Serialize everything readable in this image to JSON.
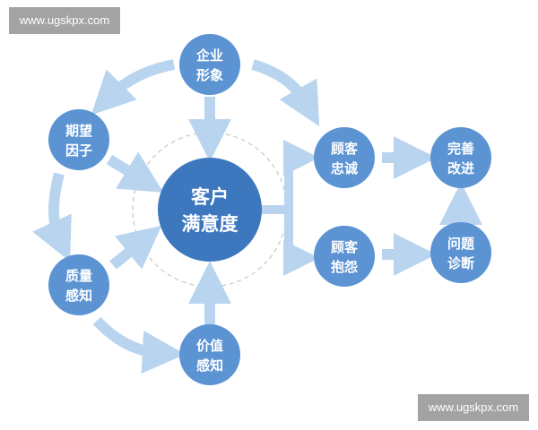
{
  "watermarks": {
    "top_left": "www.ugskpx.com",
    "bottom_right": "www.ugskpx.com"
  },
  "colors": {
    "node_fill": "#5b93d3",
    "center_fill": "#3d78bf",
    "arrow": "#b9d4ee",
    "dashed_ring": "#c8c8c8"
  },
  "nodes": {
    "center": {
      "line1": "客户",
      "line2": "满意度"
    },
    "corp_image": {
      "line1": "企业",
      "line2": "形象"
    },
    "expectation": {
      "line1": "期望",
      "line2": "因子"
    },
    "quality": {
      "line1": "质量",
      "line2": "感知"
    },
    "value": {
      "line1": "价值",
      "line2": "感知"
    },
    "loyalty": {
      "line1": "顾客",
      "line2": "忠诚"
    },
    "complaint": {
      "line1": "顾客",
      "line2": "抱怨"
    },
    "improve": {
      "line1": "完善",
      "line2": "改进"
    },
    "diagnosis": {
      "line1": "问题",
      "line2": "诊断"
    }
  }
}
